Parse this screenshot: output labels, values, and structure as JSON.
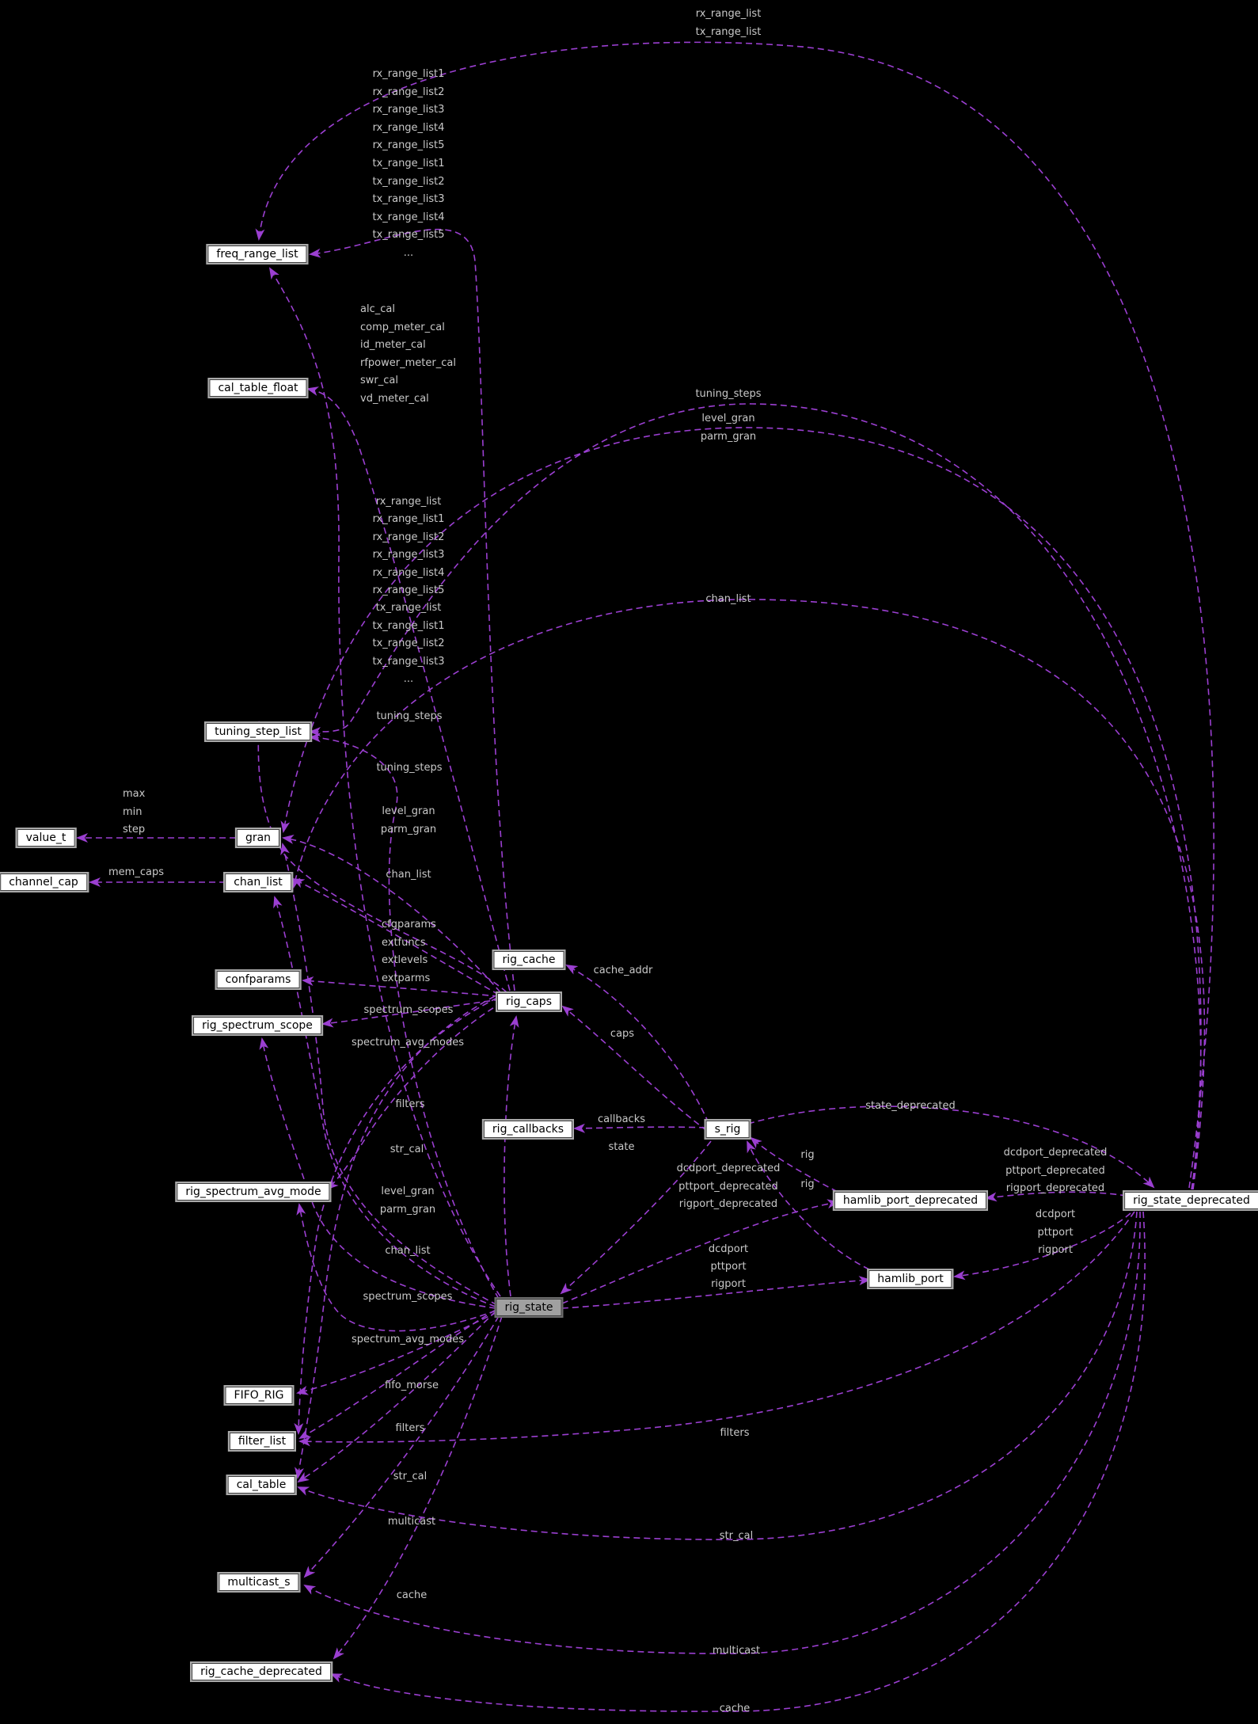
{
  "colors": {
    "background": "#000000",
    "edge": "#9b3fd1",
    "edge_label": "#c9c9c9",
    "node_bg": "#ffffff",
    "node_border": "#a9a9a9",
    "node_text": "#000000",
    "highlight_node_bg": "#a0a0a0"
  },
  "nodes": {
    "freq_range_list": {
      "label": "freq_range_list"
    },
    "cal_table_float": {
      "label": "cal_table_float"
    },
    "tuning_step_list": {
      "label": "tuning_step_list"
    },
    "value_t": {
      "label": "value_t"
    },
    "gran": {
      "label": "gran"
    },
    "channel_cap": {
      "label": "channel_cap"
    },
    "chan_list": {
      "label": "chan_list"
    },
    "confparams": {
      "label": "confparams"
    },
    "rig_spectrum_scope": {
      "label": "rig_spectrum_scope"
    },
    "rig_cache": {
      "label": "rig_cache"
    },
    "rig_caps": {
      "label": "rig_caps"
    },
    "rig_callbacks": {
      "label": "rig_callbacks"
    },
    "s_rig": {
      "label": "s_rig"
    },
    "rig_spectrum_avg_mode": {
      "label": "rig_spectrum_avg_mode"
    },
    "hamlib_port_deprecated": {
      "label": "hamlib_port_deprecated"
    },
    "rig_state_deprecated": {
      "label": "rig_state_deprecated"
    },
    "hamlib_port": {
      "label": "hamlib_port"
    },
    "rig_state": {
      "label": "rig_state"
    },
    "FIFO_RIG": {
      "label": "FIFO_RIG"
    },
    "filter_list": {
      "label": "filter_list"
    },
    "cal_table": {
      "label": "cal_table"
    },
    "multicast_s": {
      "label": "multicast_s"
    },
    "rig_cache_deprecated": {
      "label": "rig_cache_deprecated"
    }
  },
  "labels": {
    "top_arc": "rx_range_list\ntx_range_list",
    "caps_ranges_col": "rx_range_list1\nrx_range_list2\nrx_range_list3\nrx_range_list4\nrx_range_list5\ntx_range_list1\ntx_range_list2\ntx_range_list3\ntx_range_list4\ntx_range_list5\n...",
    "cal_float_members": "alc_cal\ncomp_meter_cal\nid_meter_cal\nrfpower_meter_cal\nswr_cal\nvd_meter_cal",
    "tuning_steps_sd": "tuning_steps",
    "gran_sd": "level_gran\nparm_gran",
    "state_ranges_col": "rx_range_list\nrx_range_list1\nrx_range_list2\nrx_range_list3\nrx_range_list4\nrx_range_list5\ntx_range_list\ntx_range_list1\ntx_range_list2\ntx_range_list3\n...",
    "chan_list_sd": "chan_list",
    "tuning_steps_caps": "tuning_steps",
    "tuning_steps_state": "tuning_steps",
    "value_members": "max\nmin\nstep",
    "gran_caps": "level_gran\nparm_gran",
    "mem_caps": "mem_caps",
    "chan_list_caps": "chan_list",
    "confparams_members": "cfgparams\nextfuncs\nextlevels\nextparms",
    "spectrum_scopes_caps": "spectrum_scopes",
    "spectrum_avg_caps": "spectrum_avg_modes",
    "cache_addr": "cache_addr",
    "caps": "caps",
    "filters_caps": "filters",
    "str_cal_caps": "str_cal",
    "callbacks": "callbacks",
    "state": "state",
    "state_deprecated": "state_deprecated",
    "rig_a": "rig",
    "rig_b": "rig",
    "ports_dep_left": "dcdport_deprecated\npttport_deprecated\nrigport_deprecated",
    "ports_dep_right": "dcdport_deprecated\npttport_deprecated\nrigport_deprecated",
    "ports_right": "dcdport\npttport\nrigport",
    "gran_state": "level_gran\nparm_gran",
    "chan_list_state": "chan_list",
    "ports_mid": "dcdport\npttport\nrigport",
    "spectrum_scopes_state": "spectrum_scopes",
    "spectrum_avg_state": "spectrum_avg_modes",
    "fifo_morse": "fifo_morse",
    "filters_state": "filters",
    "filters_sd": "filters",
    "str_cal_state": "str_cal",
    "str_cal_sd": "str_cal",
    "multicast_state": "multicast",
    "multicast_sd": "multicast",
    "cache_state": "cache",
    "cache_sd": "cache"
  }
}
